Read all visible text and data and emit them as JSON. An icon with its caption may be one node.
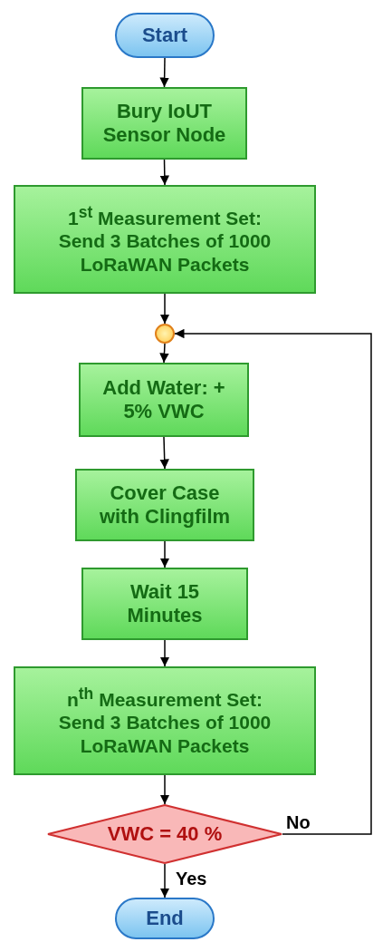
{
  "diagram": {
    "nodes": [
      {
        "text": [
          "Start"
        ]
      },
      {
        "text": [
          "Bury IoUT Sensor Node"
        ]
      },
      {
        "text": [
          "1$^{st}$ Measurement Set: Send 3 Batches of 1000 LoRaWAN Packets"
        ]
      },
      {
        "text": [],
        "shape": "circle"
      },
      {
        "text": [
          "Add Water: + 5% VWC"
        ]
      },
      {
        "text": [
          "Cover Case with Clingfilm"
        ]
      },
      {
        "text": [
          "Wait 15 Minutes"
        ]
      },
      {
        "text": [
          "n$^{th}$ Measurement Set: Send 3 Batches of 1000 LoRaWAN Packets"
        ]
      },
      {
        "text": [
          "VWC = 40 %"
        ]
      },
      {
        "text": [
          "End"
        ]
      }
    ],
    "edges": [
      {
        "from": 0,
        "to": 1,
        "arrow": "to"
      },
      {
        "from": 1,
        "to": 2,
        "arrow": "to"
      },
      {
        "from": 2,
        "to": 3,
        "arrow": "to"
      },
      {
        "from": 3,
        "to": 4,
        "arrow": "to"
      },
      {
        "from": 4,
        "to": 5,
        "arrow": "to"
      },
      {
        "from": 5,
        "to": 6,
        "arrow": "to"
      },
      {
        "from": 6,
        "to": 7,
        "arrow": "to"
      },
      {
        "from": 7,
        "to": 8,
        "arrow": "to"
      },
      {
        "from": 8,
        "to": 9,
        "arrow": "to",
        "label": "Yes"
      },
      {
        "from": 8,
        "to": 3,
        "arrow": "to",
        "label": "No"
      }
    ]
  }
}
